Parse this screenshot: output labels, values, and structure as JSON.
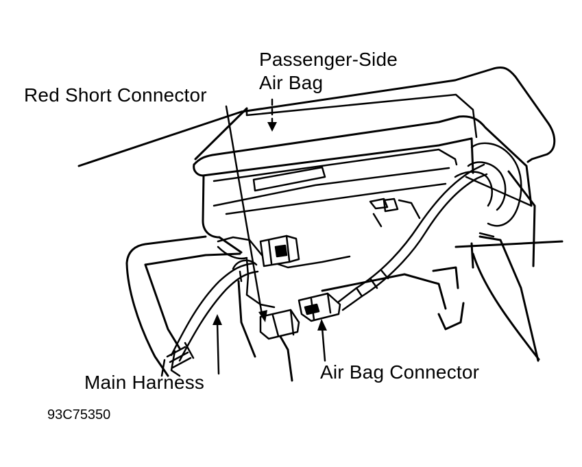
{
  "labels": {
    "passenger_side_air_bag_line1": "Passenger-Side",
    "passenger_side_air_bag_line2": "Air Bag",
    "red_short_connector": "Red Short Connector",
    "air_bag_connector": "Air Bag Connector",
    "main_harness": "Main Harness"
  },
  "figure_ref": "93C75350",
  "colors": {
    "ink": "#000000",
    "paper": "#ffffff"
  }
}
